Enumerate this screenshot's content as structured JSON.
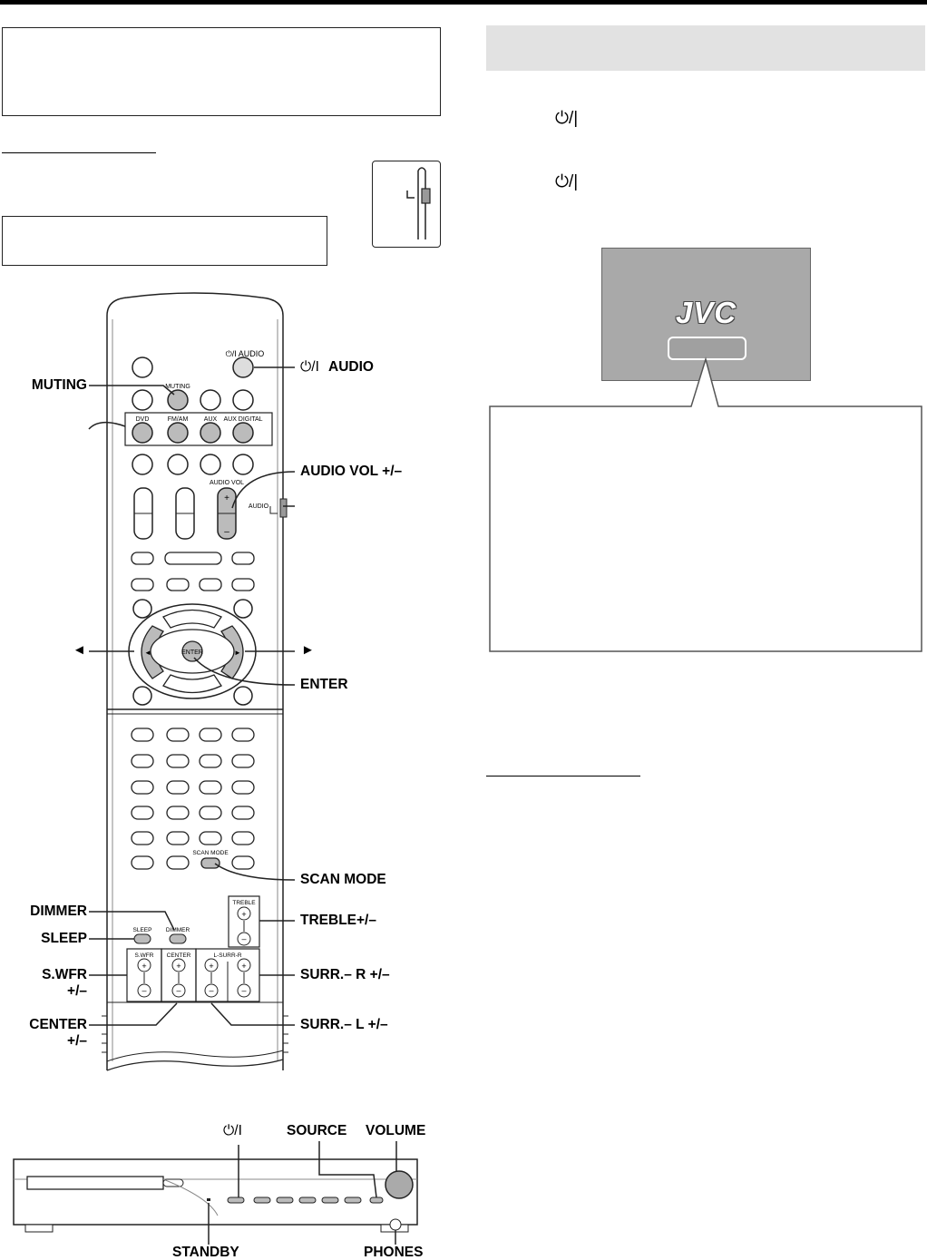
{
  "symbols": {
    "power": "⏻/|"
  },
  "display": {
    "brand": "JVC"
  },
  "remote": {
    "labels_left": {
      "muting": "MUTING",
      "dimmer": "DIMMER",
      "sleep": "SLEEP",
      "swfr": "S.WFR",
      "swfr_pm": "+/–",
      "center": "CENTER",
      "center_pm": "+/–",
      "left_arrow": "◄"
    },
    "labels_right": {
      "power_audio_symbol": "⏻/I",
      "power_audio": "AUDIO",
      "audio_vol": "AUDIO VOL +/–",
      "right_arrow": "►",
      "enter": "ENTER",
      "scan_mode": "SCAN MODE",
      "treble": "TREBLE+/–",
      "surr_r": "SURR.– R +/–",
      "surr_l": "SURR.– L +/–"
    },
    "button_texts": {
      "power_audio": "⏻/I AUDIO",
      "muting": "MUTING",
      "dvd": "DVD",
      "fmam": "FM/AM",
      "aux": "AUX",
      "aux_digital": "AUX DIGITAL",
      "audio_vol": "AUDIO VOL",
      "audio_switch": "AUDIO",
      "enter": "ENTER",
      "scan_mode": "SCAN MODE",
      "treble": "TREBLE",
      "sleep": "SLEEP",
      "dimmer": "DIMMER",
      "swfr": "S.WFR",
      "center": "CENTER",
      "lsurr": "L-SURR-R"
    }
  },
  "unit": {
    "power": "⏻/I",
    "source": "SOURCE",
    "volume": "VOLUME",
    "standby": "STANDBY",
    "phones": "PHONES"
  }
}
